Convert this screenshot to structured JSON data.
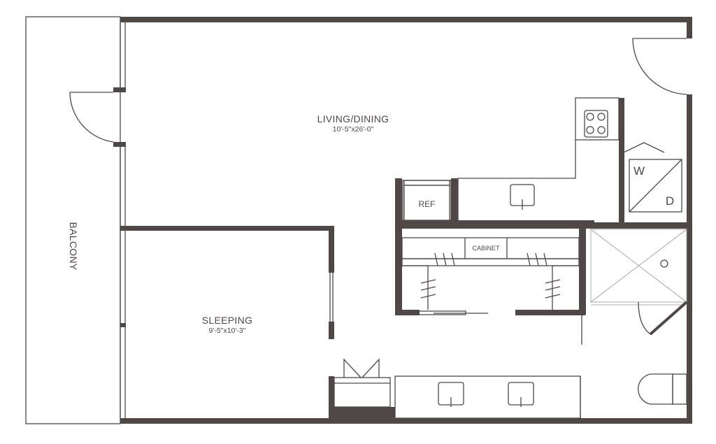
{
  "rooms": {
    "living": {
      "name": "LIVING/DINING",
      "dims": "10'-5\"x26'-0\""
    },
    "sleeping": {
      "name": "SLEEPING",
      "dims": "9'-5\"x10'-3\""
    },
    "balcony": {
      "name": "BALCONY"
    }
  },
  "fixtures": {
    "ref": "REF",
    "cabinet": "CABINET",
    "washer": "W",
    "dryer": "D"
  },
  "colors": {
    "wall": "#4f4846",
    "line": "#4f4846",
    "background": "#ffffff"
  }
}
